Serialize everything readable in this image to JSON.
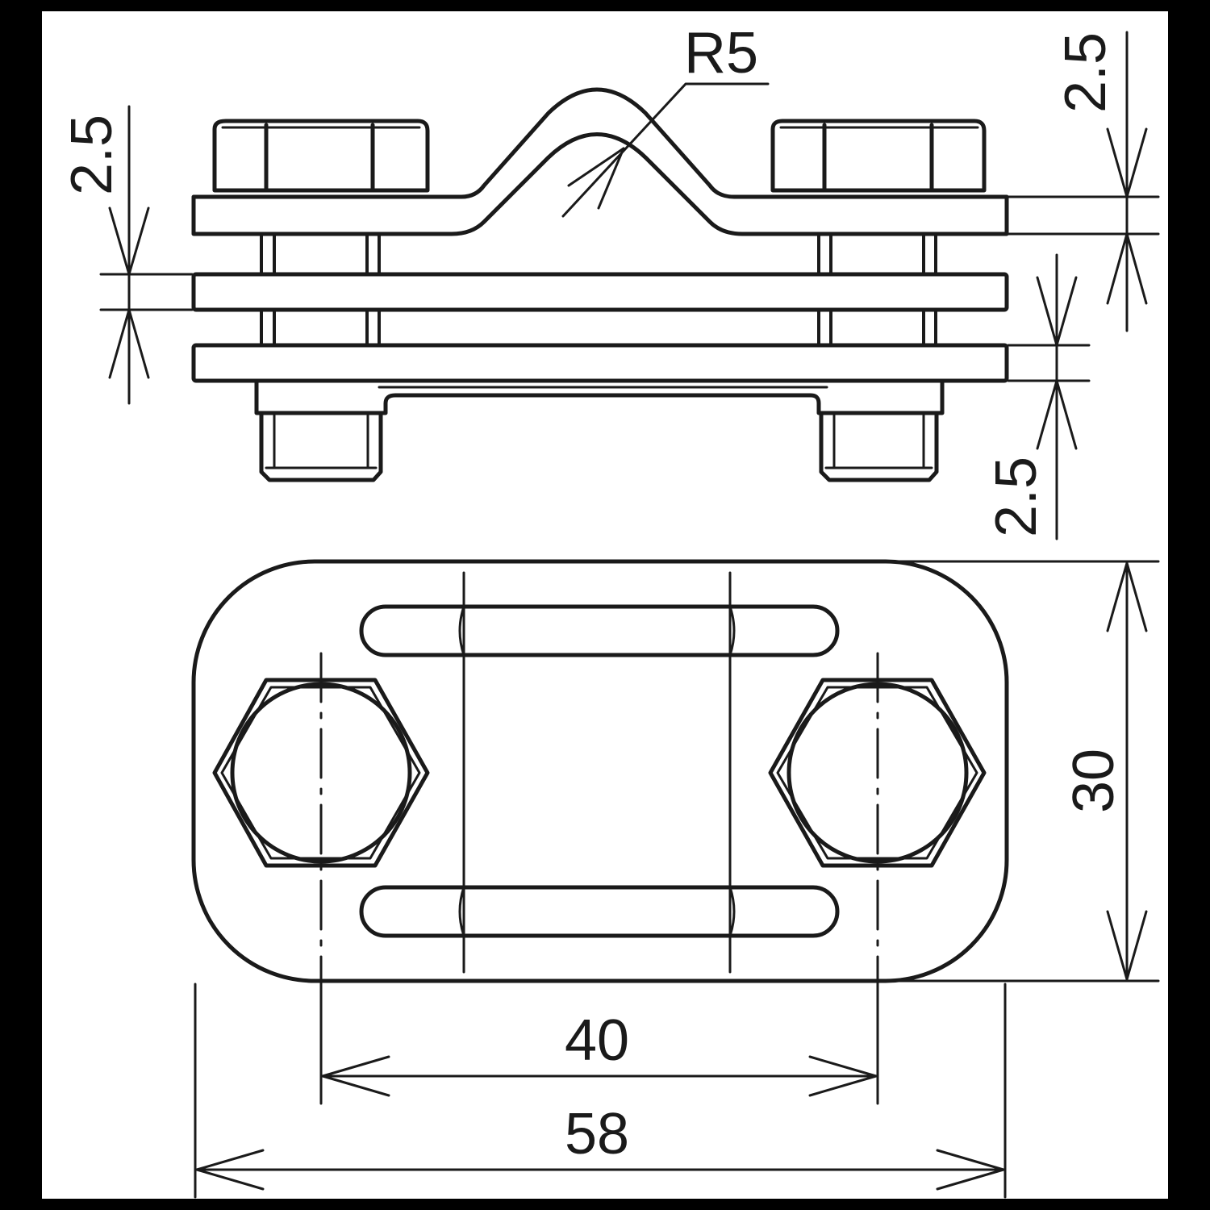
{
  "colors": {
    "frame": "#000000",
    "paper": "#ffffff",
    "ink": "#1a1a1a"
  },
  "dimensions": {
    "radius": "R5",
    "left_thickness": "2.5",
    "right_top_thickness": "2.5",
    "right_bottom_thickness": "2.5",
    "height": "30",
    "bolt_spacing": "40",
    "overall_length": "58"
  }
}
